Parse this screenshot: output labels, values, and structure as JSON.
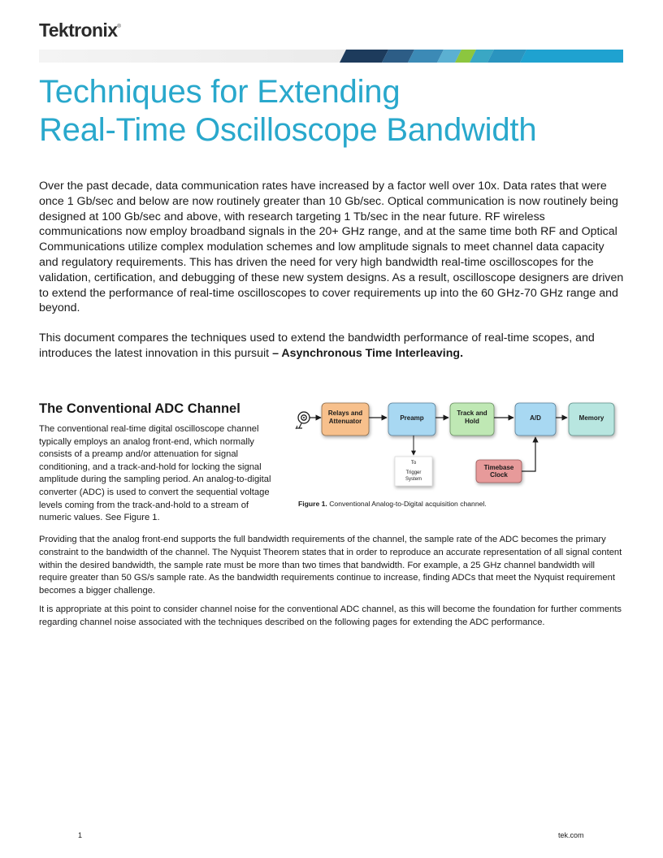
{
  "header": {
    "logo_text": "Tektronix",
    "logo_mark": "®"
  },
  "title": {
    "line1": "Techniques for Extending",
    "line2": "Real-Time Oscilloscope Bandwidth"
  },
  "intro": {
    "p1": "Over the past decade, data communication rates have increased by a factor well over 10x. Data rates that were once 1 Gb/sec and below are now routinely greater than 10 Gb/sec. Optical communication is now routinely being designed at 100 Gb/sec and above, with research targeting 1 Tb/sec in the near future. RF wireless communications now employ broadband signals in the 20+ GHz range, and at the same time both RF and Optical Communications utilize complex modulation schemes and low amplitude signals to meet channel data capacity and regulatory requirements. This has driven the need for very high bandwidth real-time oscilloscopes for the validation, certification, and debugging of these new system designs. As a result, oscilloscope designers are driven to extend the performance of real-time oscilloscopes to cover requirements up into the 60 GHz-70 GHz range and beyond.",
    "p2_start": "This document compares the techniques used to extend the bandwidth performance of real-time scopes, and introduces the latest innovation in this pursuit ",
    "p2_bold": "– Asynchronous Time Interleaving."
  },
  "section": {
    "heading": "The Conventional ADC Channel",
    "paragraph": "The conventional real-time digital oscilloscope channel typically employs an analog front-end, which normally consists of a preamp and/or attenuation for signal conditioning, and a track-and-hold for locking the signal amplitude during the sampling period. An analog-to-digital converter (ADC) is used to convert the sequential voltage levels coming from the track-and-hold to a stream of numeric values. See Figure 1."
  },
  "figure": {
    "blocks": {
      "relays_line1": "Relays and",
      "relays_line2": "Attenuator",
      "preamp": "Preamp",
      "track_line1": "Track and",
      "track_line2": "Hold",
      "ad": "A/D",
      "memory": "Memory",
      "timebase_line1": "Timebase",
      "timebase_line2": "Clock",
      "to_label": "To",
      "trigger_line1": "Trigger",
      "trigger_line2": "System"
    },
    "colors": {
      "relays": "#f7c08c",
      "blue_blocks": "#a8d8f2",
      "track": "#bfe8b4",
      "memory": "#b8e6e0",
      "timebase": "#e79a9a"
    },
    "caption_label": "Figure 1.",
    "caption_text": " Conventional Analog-to-Digital acquisition channel."
  },
  "body": {
    "p1": "Providing that the analog front-end supports the full bandwidth requirements of the channel, the sample rate of the ADC becomes the primary constraint to the bandwidth of the channel. The Nyquist Theorem states that in order to reproduce an accurate representation of all signal content within the desired bandwidth, the sample rate must be more than two times that bandwidth. For example, a 25 GHz channel bandwidth will require greater than 50 GS/s sample rate. As the bandwidth requirements continue to increase, finding ADCs that meet the Nyquist requirement becomes a bigger challenge.",
    "p2": "It is appropriate at this point to consider channel noise for the conventional ADC channel, as this will become the foundation for further comments regarding channel noise associated with the techniques described on the following pages for extending the ADC performance."
  },
  "footer": {
    "page_number": "1",
    "site": "tek.com"
  }
}
